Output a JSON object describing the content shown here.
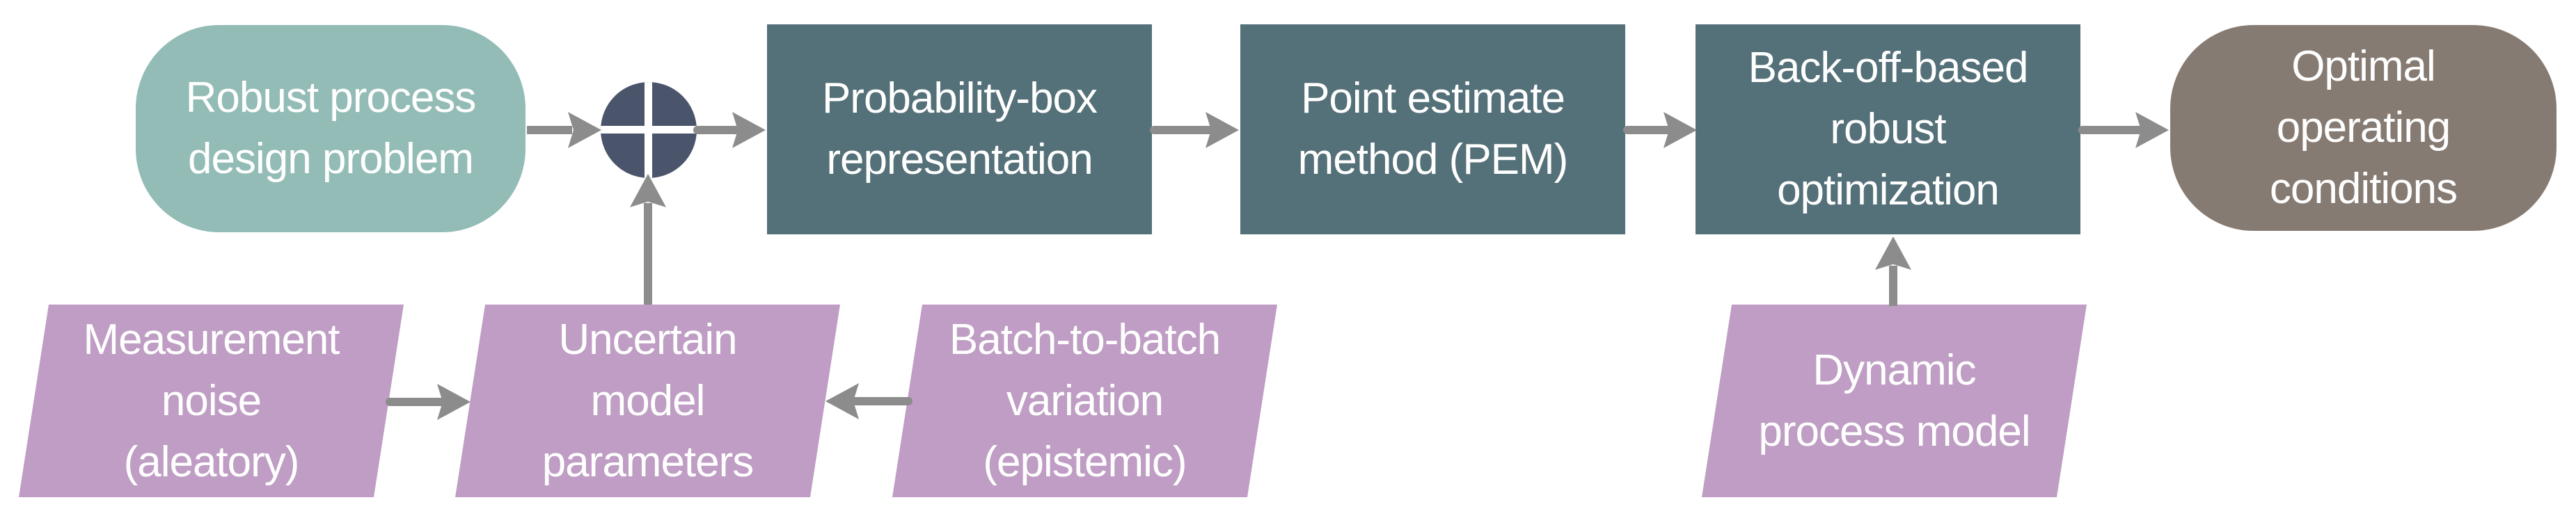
{
  "diagram": {
    "nodes": {
      "robust_design": {
        "shape": "rounded-rectangle",
        "lines": [
          "Robust process",
          "design problem"
        ]
      },
      "junction": {
        "shape": "summing-junction-circle",
        "lines": []
      },
      "pbox": {
        "shape": "rectangle",
        "lines": [
          "Probability-box",
          "representation"
        ]
      },
      "pem": {
        "shape": "rectangle",
        "lines": [
          "Point estimate",
          "method (PEM)"
        ]
      },
      "backoff": {
        "shape": "rectangle",
        "lines": [
          "Back-off-based",
          "robust",
          "optimization"
        ]
      },
      "optimal": {
        "shape": "rounded-rectangle",
        "lines": [
          "Optimal",
          "operating",
          "conditions"
        ]
      },
      "noise": {
        "shape": "parallelogram",
        "lines": [
          "Measurement",
          "noise",
          "(aleatory)"
        ]
      },
      "uncertain": {
        "shape": "parallelogram",
        "lines": [
          "Uncertain",
          "model",
          "parameters"
        ]
      },
      "batch": {
        "shape": "parallelogram",
        "lines": [
          "Batch-to-batch",
          "variation",
          "(epistemic)"
        ]
      },
      "dynmodel": {
        "shape": "parallelogram",
        "lines": [
          "Dynamic",
          "process model"
        ]
      }
    },
    "edges": [
      "robust_design -> junction",
      "junction -> pbox",
      "pbox -> pem",
      "pem -> backoff",
      "backoff -> optimal",
      "noise -> uncertain",
      "batch -> uncertain",
      "uncertain -> junction",
      "dynmodel -> backoff"
    ],
    "colors": {
      "start_node": "#93bcb6",
      "process_box": "#547078",
      "end_node": "#867b73",
      "input_parallelogram": "#bf9dc4",
      "junction_circle": "#4a556c",
      "arrow": "#8c8c8c",
      "text": "#ffffff",
      "background": "#ffffff"
    }
  }
}
